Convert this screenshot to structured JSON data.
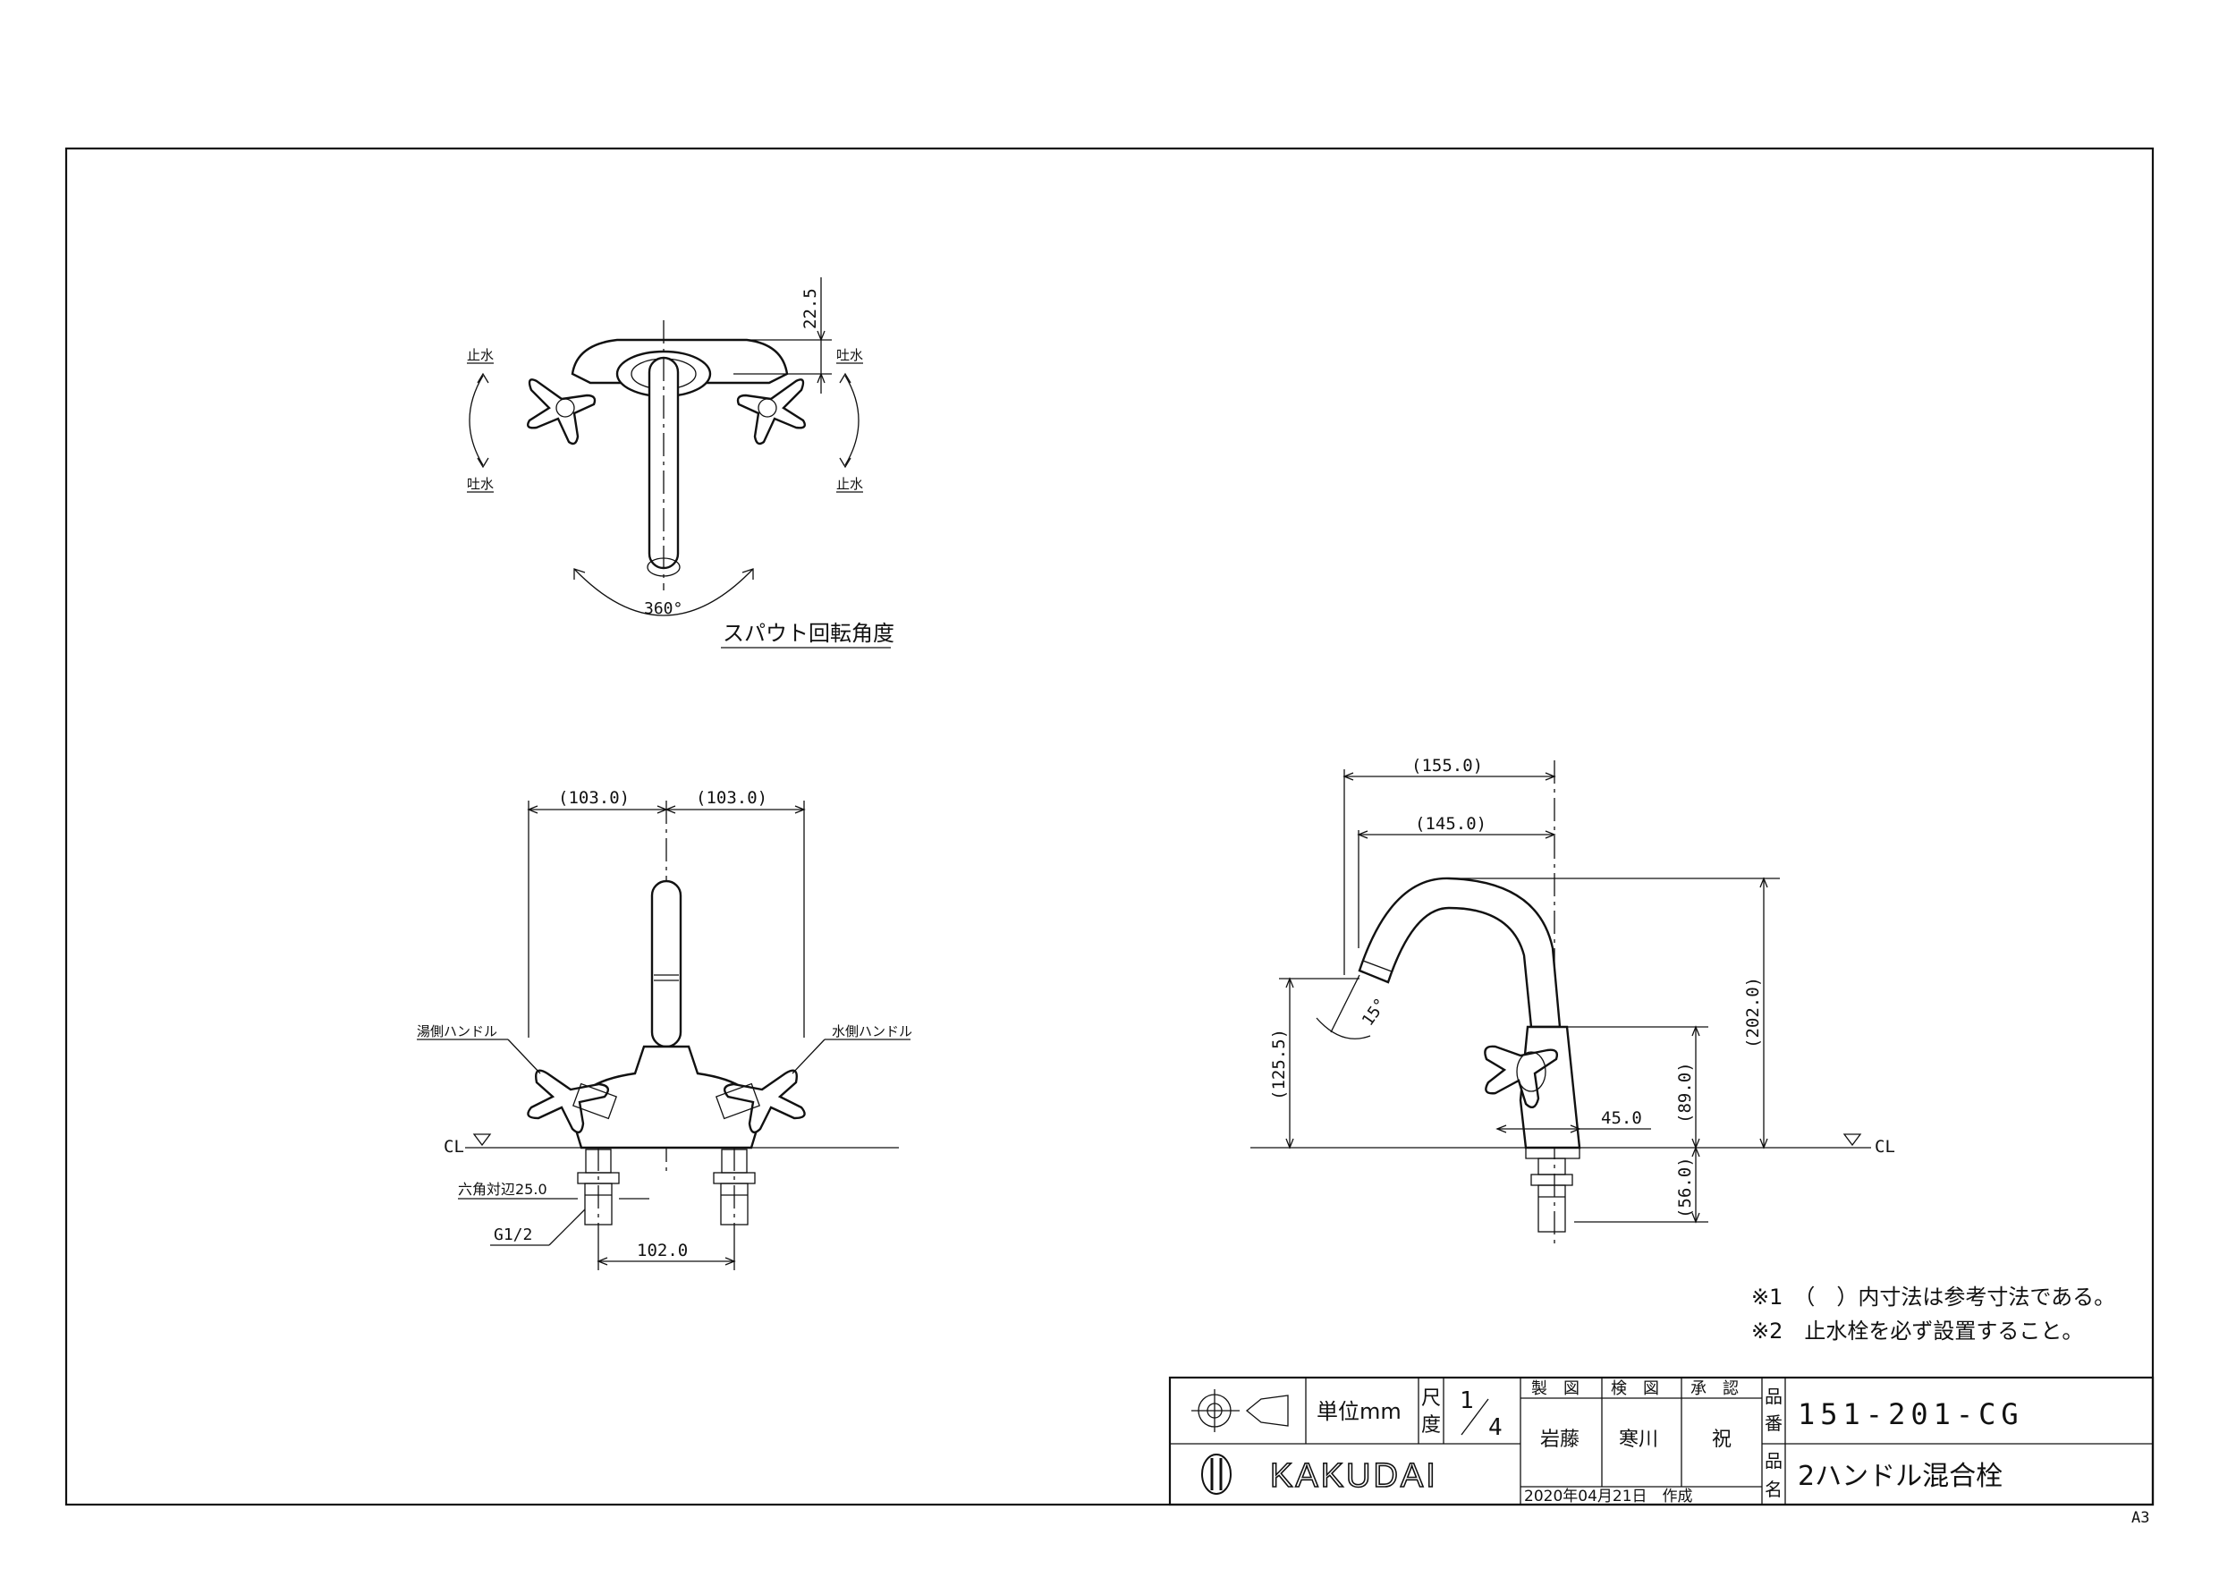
{
  "top_view": {
    "labels": {
      "stop_left": "止水",
      "discharge_left": "吐水",
      "discharge_right": "吐水",
      "stop_right": "止水",
      "dim_22_5": "22.5",
      "angle_360": "360°",
      "caption": "スパウト回転角度"
    }
  },
  "front_view": {
    "labels": {
      "dim_left_103": "(103.0)",
      "dim_right_103": "(103.0)",
      "hot_handle": "湯側ハンドル",
      "cold_handle": "水側ハンドル",
      "cl": "CL",
      "hex": "六角対辺25.0",
      "thread": "G1/2",
      "dim_102": "102.0"
    }
  },
  "side_view": {
    "labels": {
      "dim_155": "(155.0)",
      "dim_145": "(145.0)",
      "dim_202": "(202.0)",
      "dim_125_5": "(125.5)",
      "angle_15": "15°",
      "dim_89": "(89.0)",
      "dim_45": "45.0",
      "dim_56": "(56.0)",
      "cl": "CL"
    }
  },
  "notes": [
    "※1　（　）内寸法は参考寸法である。",
    "※2　止水栓を必ず設置すること。"
  ],
  "title_block": {
    "unit_label": "単位mm",
    "scale_label_1": "尺",
    "scale_label_2": "度",
    "scale_num": "1",
    "scale_den": "4",
    "h_make": "製　図",
    "h_check": "検　図",
    "h_approve": "承　認",
    "n_make": "岩藤",
    "n_check": "寒川",
    "n_approve": "祝",
    "date": "2020年04月21日　作成",
    "pn_label_1": "品",
    "pn_label_2": "番",
    "name_label_1": "品",
    "name_label_2": "名",
    "part_number": "151-201-CG",
    "part_name": "2ハンドル混合栓",
    "brand": "KAKUDAI"
  },
  "sheet_size": "A3"
}
